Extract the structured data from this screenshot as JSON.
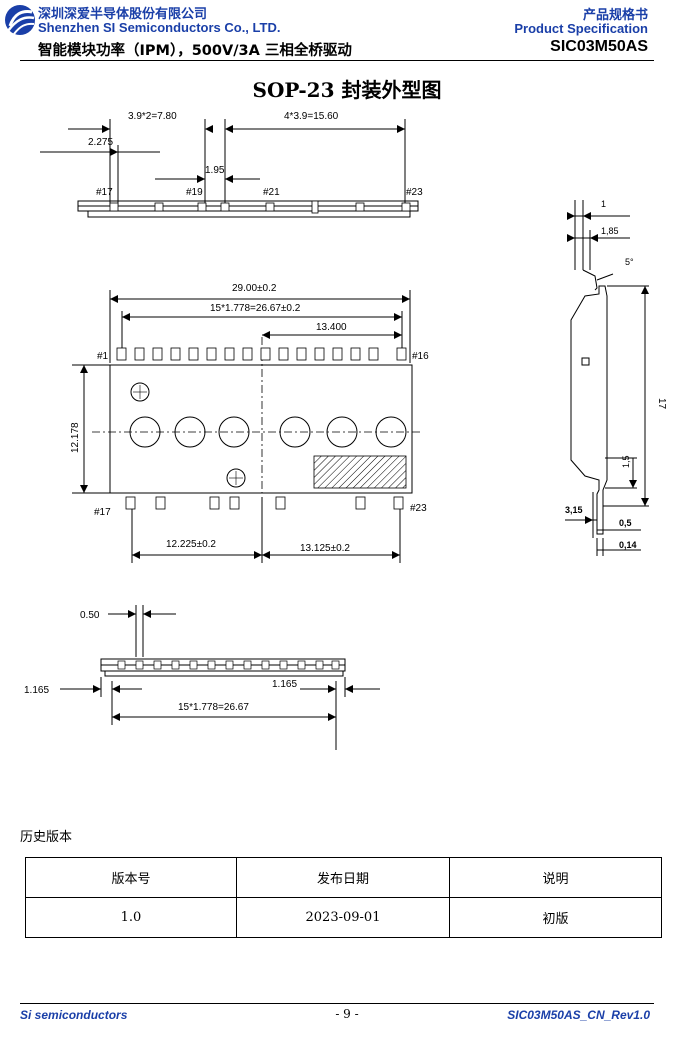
{
  "header": {
    "company_cn": "深圳深爱半导体股份有限公司",
    "company_en": "Shenzhen SI Semiconductors Co., LTD.",
    "product_desc": "智能模块功率（IPM），500V/3A 三相全桥驱动",
    "doc_type_cn": "产品规格书",
    "doc_type_en": "Product Specification",
    "part_number": "SIC03M50AS",
    "logo_color": "#1a3fa8"
  },
  "title": "SOP-23 封装外型图",
  "top_view": {
    "dim_a": "3.9*2=7.80",
    "dim_b": "4*3.9=15.60",
    "dim_c": "2.275",
    "dim_d": "1.95",
    "pin_17": "#17",
    "pin_19": "#19",
    "pin_21": "#21",
    "pin_23": "#23"
  },
  "front_view": {
    "width": "29.00±0.2",
    "pitch": "15*1.778=26.67±0.2",
    "span": "13.400",
    "height": "12.178",
    "pin_1": "#1",
    "pin_16": "#16",
    "pin_17": "#17",
    "pin_23": "#23",
    "bottom_left": "12.225±0.2",
    "bottom_right": "13.125±0.2"
  },
  "side_view": {
    "d1": "1",
    "d185": "1,85",
    "angle": "5°",
    "h17": "17",
    "d15": "1,5",
    "d315": "3,15",
    "d05": "0,5",
    "d014": "0,14"
  },
  "bottom_view": {
    "lead": "0.50",
    "offset_left": "1.165",
    "offset_right": "1.165",
    "pitch": "15*1.778=26.67"
  },
  "history": {
    "label": "历史版本",
    "headers": [
      "版本号",
      "发布日期",
      "说明"
    ],
    "rows": [
      [
        "1.0",
        "2023-09-01",
        "初版"
      ]
    ]
  },
  "footer": {
    "left": "Si semiconductors",
    "center": "- 9 -",
    "right": "SIC03M50AS_CN_Rev1.0"
  }
}
